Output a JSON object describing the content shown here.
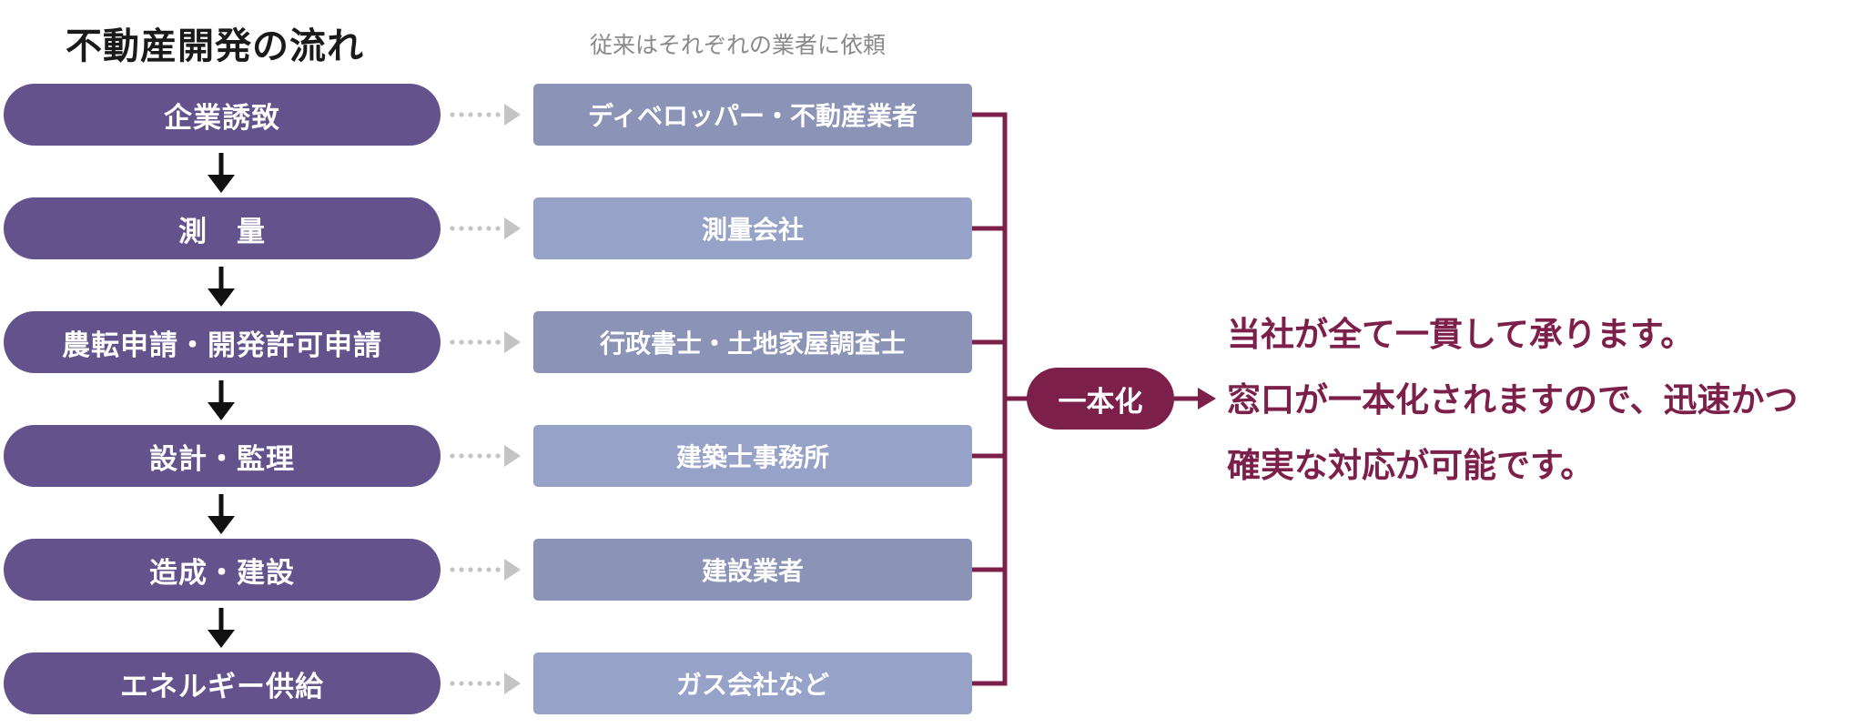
{
  "title": "不動産開発の流れ",
  "subtitle": "従来はそれぞれの業者に依頼",
  "steps": [
    {
      "label": "企業誘致",
      "vendor": "ディベロッパー・不動産業者"
    },
    {
      "label": "測　量",
      "vendor": "測量会社"
    },
    {
      "label": "農転申請・開発許可申請",
      "vendor": "行政書士・土地家屋調査士"
    },
    {
      "label": "設計・監理",
      "vendor": "建築士事務所"
    },
    {
      "label": "造成・建設",
      "vendor": "建設業者"
    },
    {
      "label": "エネルギー供給",
      "vendor": "ガス会社など"
    }
  ],
  "unify_label": "一本化",
  "message_lines": [
    "当社が全て一貫して承ります。",
    "窓口が一本化されますので、迅速かつ",
    "確実な対応が可能です。"
  ],
  "colors": {
    "step_fill": "#63528c",
    "vendor_fill_dark": "#8b93b6",
    "vendor_fill_light": "#97a2c9",
    "accent": "#7c1f4b",
    "dotted_arrow": "#c4c4c4",
    "down_arrow": "#111111"
  }
}
